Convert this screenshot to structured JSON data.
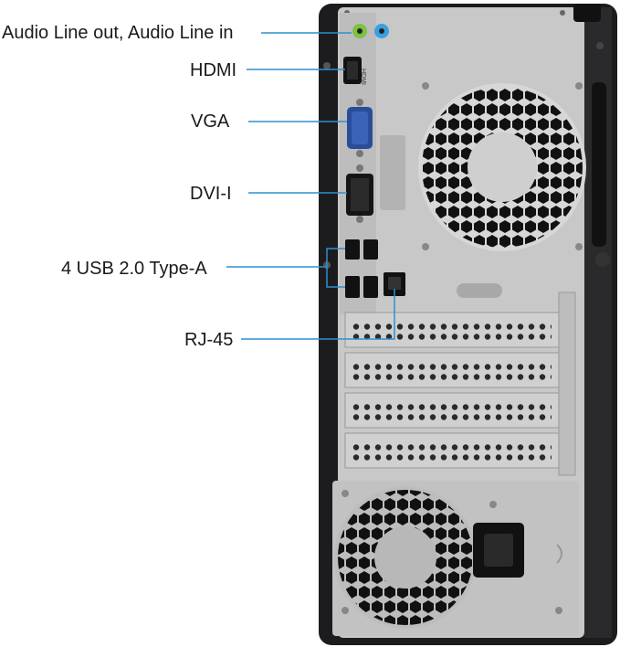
{
  "labels": {
    "audio": "Audio Line out, Audio Line in",
    "hdmi": "HDMI",
    "vga": "VGA",
    "dvi": "DVI-I",
    "usb": "4 USB 2.0 Type-A",
    "rj45": "RJ-45"
  },
  "port_markings": {
    "hdmi": "HDMI"
  },
  "colors": {
    "callout_line": "#2e8fd0",
    "chassis": "#1c1c1e",
    "panel": "#c9c9c9",
    "audio_out": "#7cc242",
    "audio_in": "#3aa0e0",
    "vga_port": "#2a4d9a"
  }
}
